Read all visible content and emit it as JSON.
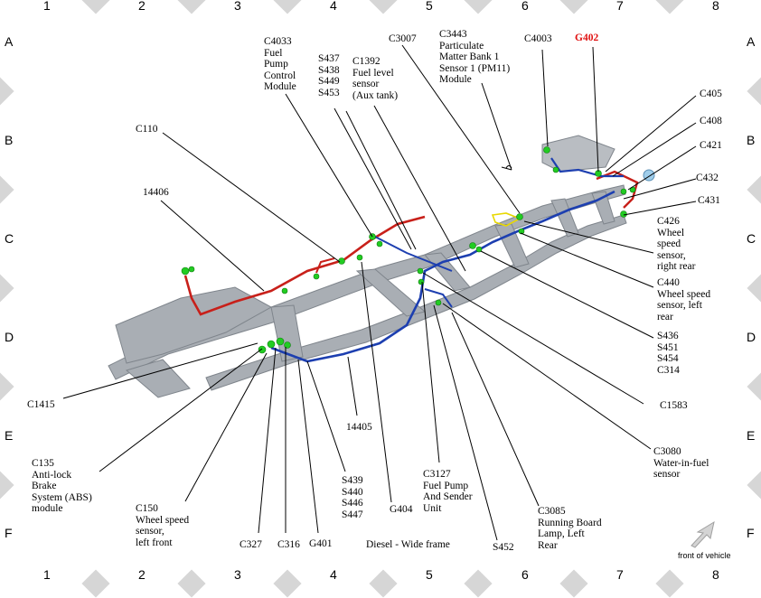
{
  "grid": {
    "cols": [
      "1",
      "2",
      "3",
      "4",
      "5",
      "6",
      "7",
      "8"
    ],
    "rows": [
      "A",
      "B",
      "C",
      "D",
      "E",
      "F"
    ]
  },
  "caption": "Diesel - Wide frame",
  "front_label": "front of vehicle",
  "labels": {
    "c110": "C110",
    "n14406": "14406",
    "c4033": "C4033\nFuel\nPump\nControl\nModule",
    "s437": "S437\nS438\nS449\nS453",
    "c1392": "C1392\nFuel level\nsensor\n(Aux tank)",
    "c3007": "C3007",
    "c3443": "C3443\nParticulate\nMatter Bank 1\nSensor 1 (PM11)\nModule",
    "c4003": "C4003",
    "g402": "G402",
    "c405": "C405",
    "c408": "C408",
    "c421": "C421",
    "c432": "C432",
    "c431": "C431",
    "c426": "C426\nWheel\nspeed\nsensor,\nright rear",
    "c440": "C440\nWheel speed\nsensor, left\nrear",
    "s436": "S436\nS451\nS454\nC314",
    "c1583": "C1583",
    "c3080": "C3080\nWater-in-fuel\nsensor",
    "c1415": "C1415",
    "c135": "C135\nAnti-lock\nBrake\nSystem (ABS)\nmodule",
    "c150": "C150\nWheel speed\nsensor,\nleft front",
    "c327": "C327",
    "c316": "C316",
    "g401": "G401",
    "n14405": "14405",
    "s439": "S439\nS440\nS446\nS447",
    "g404": "G404",
    "c3127": "C3127\nFuel Pump\nAnd Sender\nUnit",
    "s452": "S452",
    "c3085": "C3085\nRunning Board\nLamp, Left\nRear"
  },
  "colors": {
    "frame": "#a9aeb4",
    "harness_red": "#c8201a",
    "harness_blue": "#1d3fb0",
    "connector": "#22cc22",
    "callout_red": "#e01010"
  }
}
